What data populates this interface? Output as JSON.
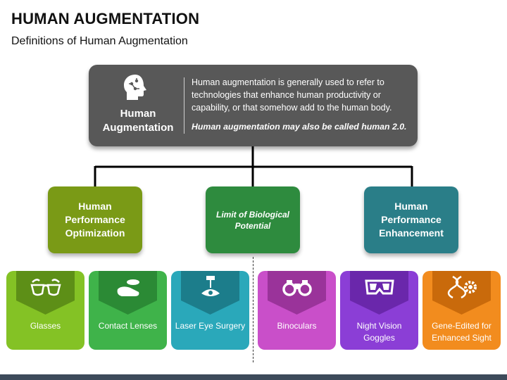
{
  "title": "HUMAN AUGMENTATION",
  "subtitle": "Definitions of Human Augmentation",
  "main": {
    "icon": "cyber-head-icon",
    "label_line1": "Human",
    "label_line2": "Augmentation",
    "description": "Human augmentation is generally used to refer to technologies that enhance human productivity or capability, or that somehow add to the human body.",
    "note": "Human augmentation may also be called human 2.0."
  },
  "categories": [
    {
      "label": "Human Performance Optimization",
      "color": "#7a9a16"
    },
    {
      "label": "Limit of Biological Potential",
      "color": "#2e8b3e"
    },
    {
      "label": "Human Performance Enhancement",
      "color": "#2a7e88"
    }
  ],
  "cards": [
    {
      "label": "Glasses",
      "icon": "glasses-icon",
      "color": "#84c225"
    },
    {
      "label": "Contact Lenses",
      "icon": "contact-lens-icon",
      "color": "#3fb34a"
    },
    {
      "label": "Laser Eye Surgery",
      "icon": "laser-eye-icon",
      "color": "#2aa8ba"
    },
    {
      "label": "Binoculars",
      "icon": "binoculars-icon",
      "color": "#c94fc9"
    },
    {
      "label": "Night Vision Goggles",
      "icon": "goggles-icon",
      "color": "#8b3ed6"
    },
    {
      "label": "Gene-Edited for Enhanced Sight",
      "icon": "dna-gear-icon",
      "color": "#f28c1e"
    }
  ]
}
